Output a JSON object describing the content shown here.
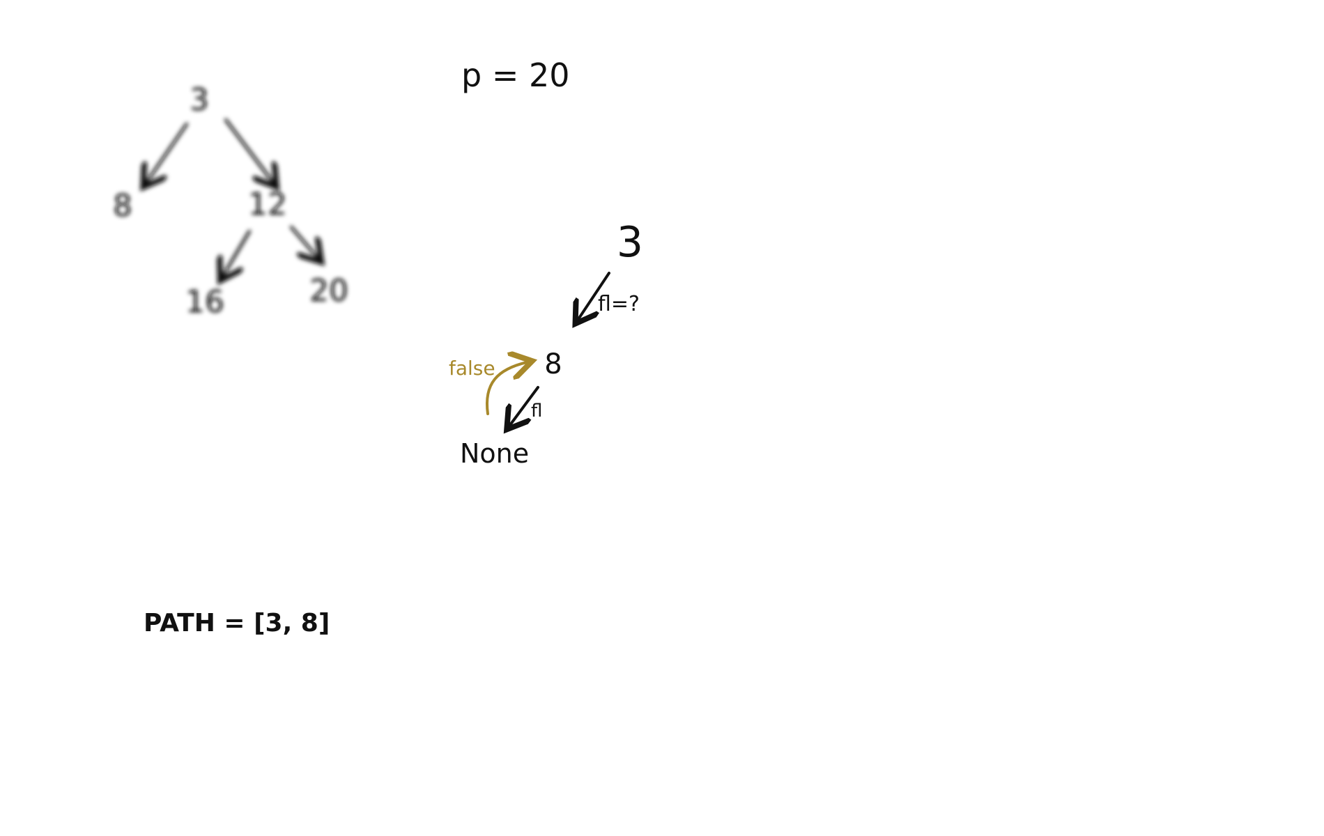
{
  "colors": {
    "ink": "#111111",
    "annotation": "#a8892b",
    "background": "#ffffff"
  },
  "reference_tree": {
    "nodes": [
      "3",
      "8",
      "12",
      "16",
      "20"
    ]
  },
  "target": {
    "text": "p = 20"
  },
  "trace": {
    "root_label": "3",
    "call_label_1": "fl=?",
    "node_label": "8",
    "call_label_2": "fl",
    "none_label": "None",
    "return_label": "false"
  },
  "path": {
    "text": "PATH = [3, 8]"
  }
}
